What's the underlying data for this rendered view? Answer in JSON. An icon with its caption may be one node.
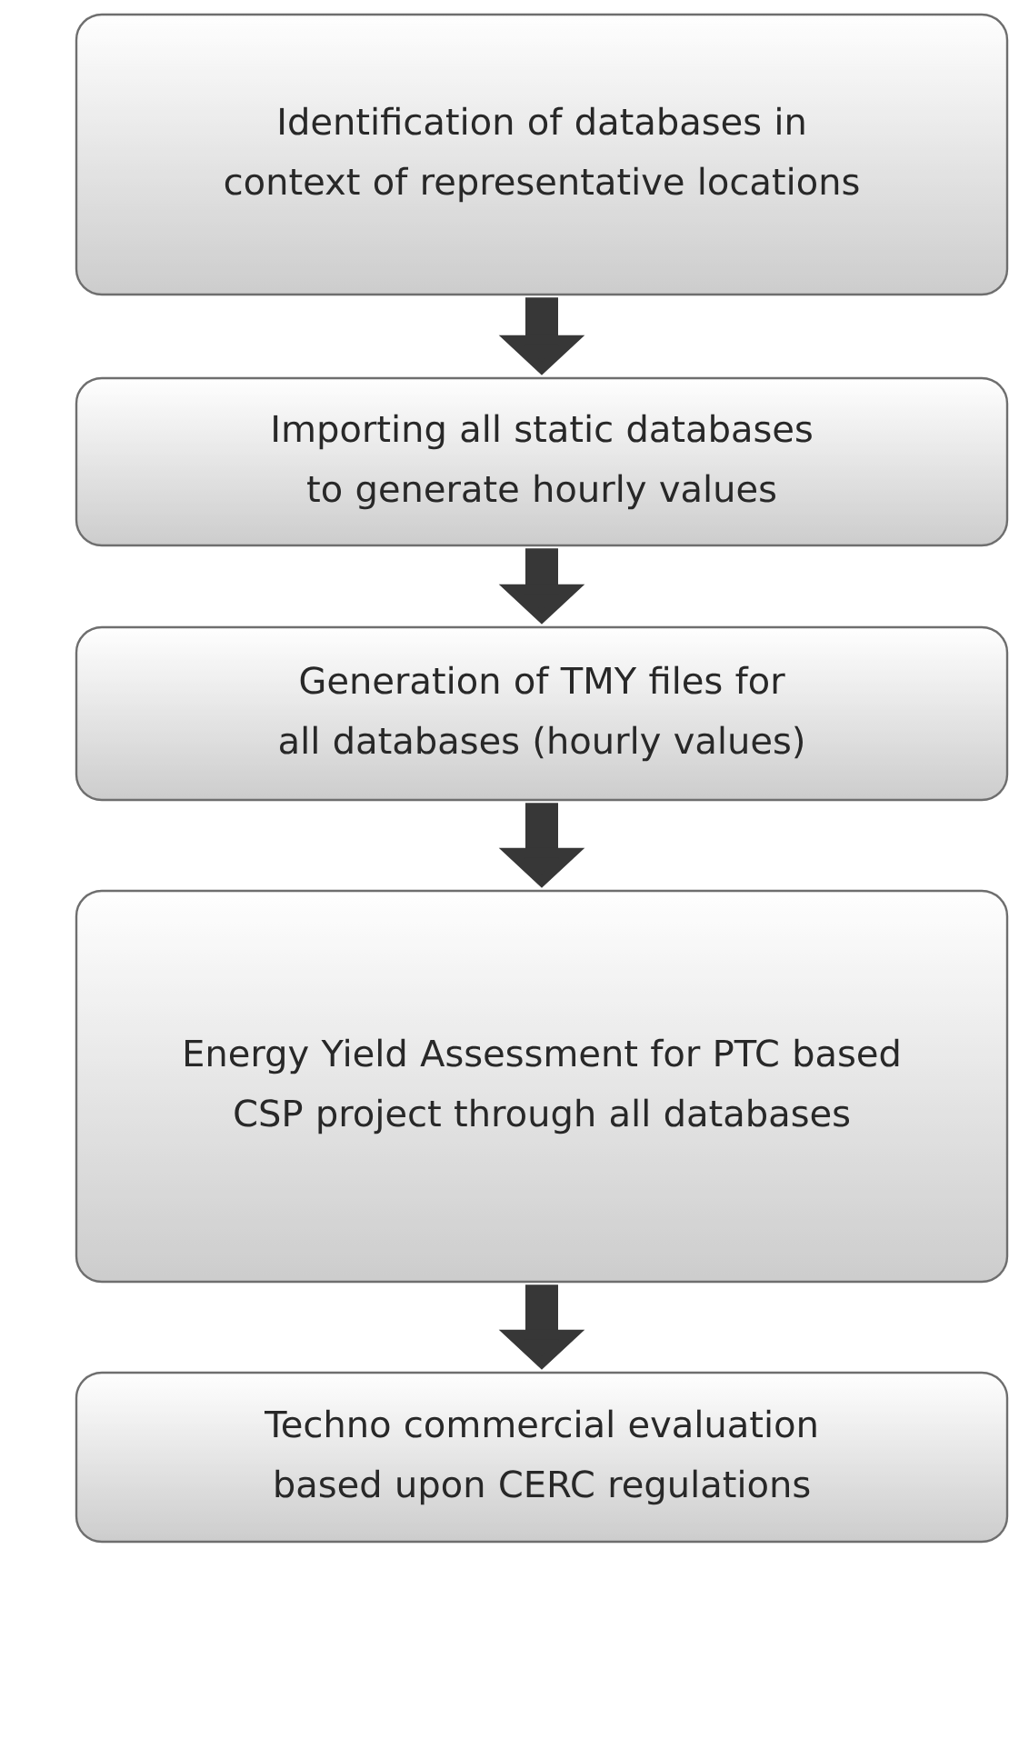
{
  "diagram": {
    "nodes": [
      {
        "text": [
          "Identification of databases in context of representative locations"
        ]
      },
      {
        "text": [
          "Importing all static databases to generate hourly values"
        ]
      },
      {
        "text": [
          "Generation of TMY files for all databases (hourly values)"
        ]
      },
      {
        "text": [
          "Energy Yield Assessment for PTC based CSP project through all databases"
        ]
      },
      {
        "text": [
          "Techno commercial evaluation based upon CERC regulations"
        ]
      }
    ],
    "edges": [
      {
        "from": 0,
        "to": 1,
        "arrow": "to"
      },
      {
        "from": 1,
        "to": 2,
        "arrow": "to"
      },
      {
        "from": 2,
        "to": 3,
        "arrow": "to"
      },
      {
        "from": 3,
        "to": 4,
        "arrow": "to"
      }
    ]
  }
}
